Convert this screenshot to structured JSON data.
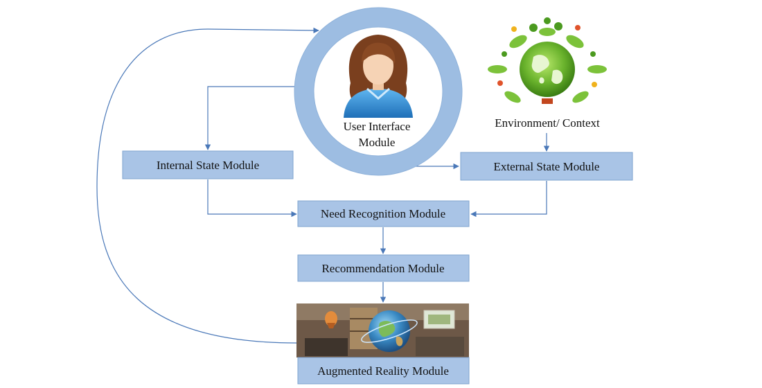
{
  "modules": {
    "user_interface": {
      "line1": "User Interface",
      "line2": "Module"
    },
    "environment": {
      "label": "Environment/ Context"
    },
    "internal_state": {
      "label": "Internal State Module"
    },
    "external_state": {
      "label": "External State Module"
    },
    "need_recognition": {
      "label": "Need Recognition Module"
    },
    "recommendation": {
      "label": "Recommendation Module"
    },
    "augmented_reality": {
      "label": "Augmented Reality Module"
    }
  },
  "colors": {
    "box_fill": "#a9c4e6",
    "box_stroke": "#7ea3cf",
    "ring": "#9dbde2",
    "arrow": "#4a78b8",
    "avatar_shirt": "#2e8fd8",
    "avatar_hair": "#7a3f1e",
    "globe_green": "#69b22c",
    "ar_room": "#6d5847"
  },
  "icons": {
    "user": "user-avatar-icon",
    "environment": "earth-globe-icon",
    "ar": "ar-globe-scene"
  }
}
